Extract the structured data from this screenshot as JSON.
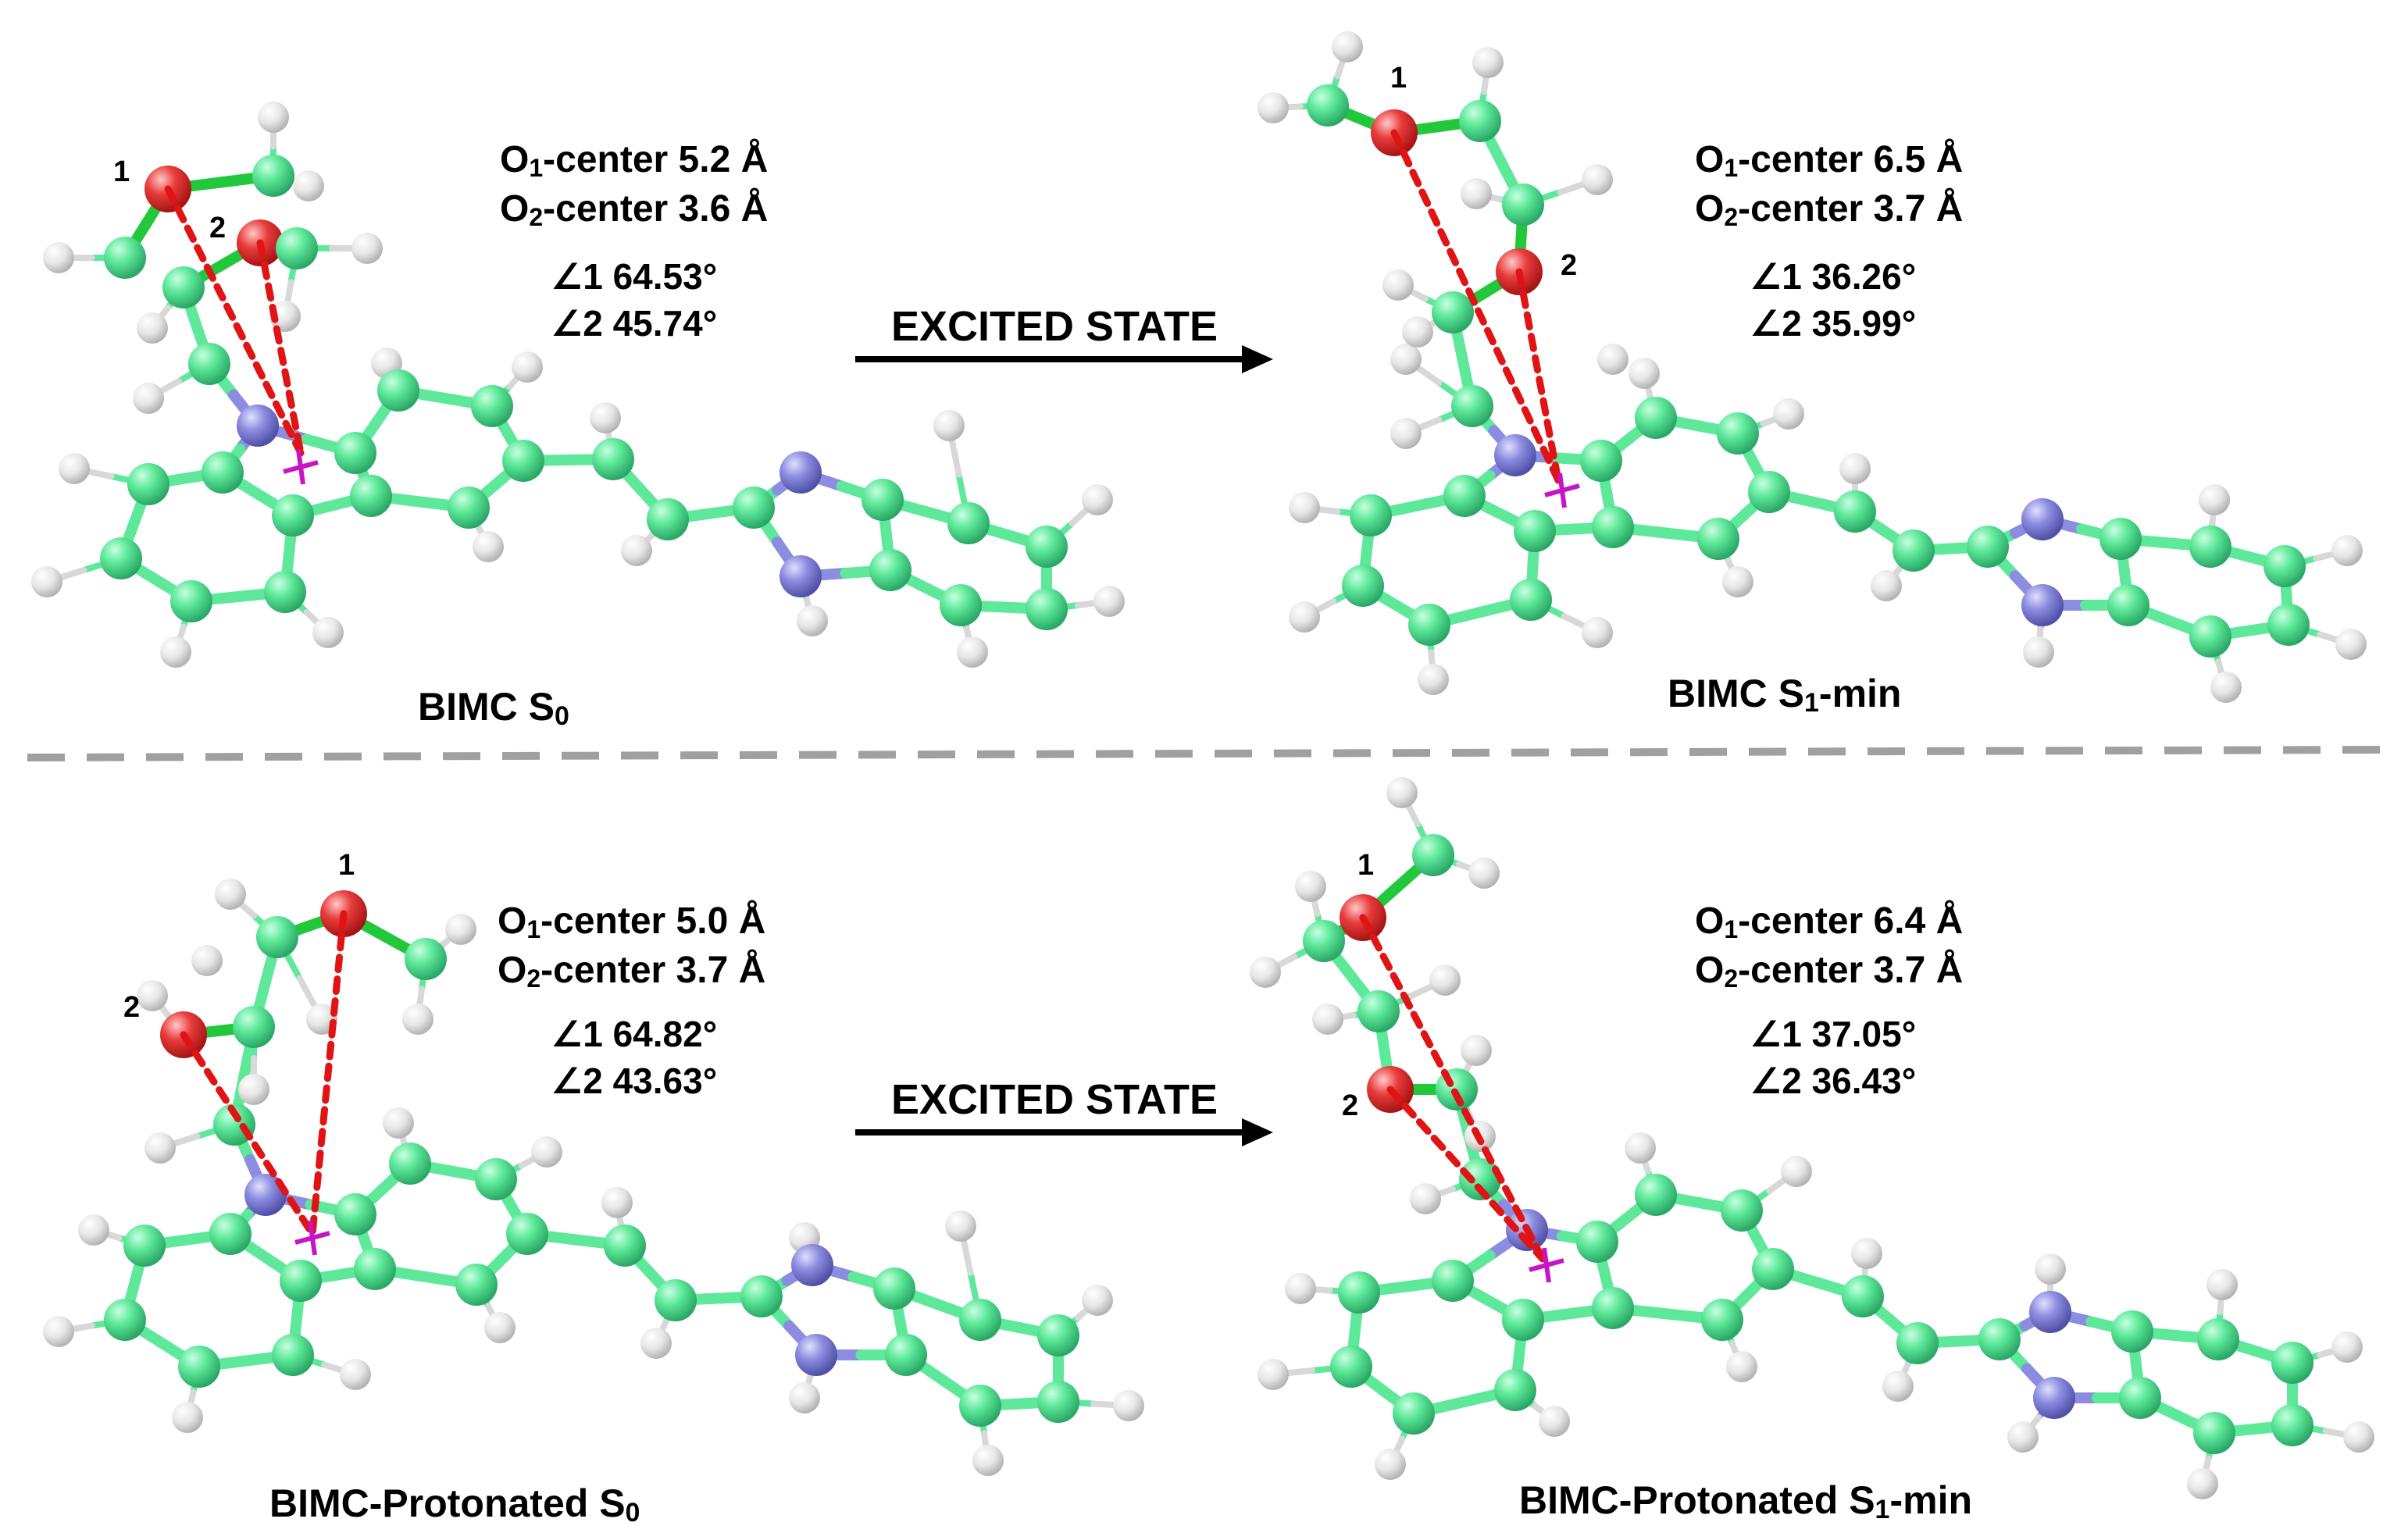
{
  "panels": [
    {
      "id": "bimc-s0",
      "title": "BIMC S",
      "title_sub": "0",
      "title_tail": "",
      "o1_label": "O",
      "o1_sub": "1",
      "o1_text": "-center 5.2 Å",
      "o2_label": "O",
      "o2_sub": "2",
      "o2_text": "-center 3.6 Å",
      "angle1": "∠1  64.53°",
      "angle2": "∠2  45.74°",
      "atom_label_1": "1",
      "atom_label_2": "2"
    },
    {
      "id": "bimc-s1",
      "title": "BIMC S",
      "title_sub": "1",
      "title_tail": "-min",
      "o1_label": "O",
      "o1_sub": "1",
      "o1_text": "-center 6.5 Å",
      "o2_label": "O",
      "o2_sub": "2",
      "o2_text": "-center 3.7 Å",
      "angle1": "∠1  36.26°",
      "angle2": "∠2  35.99°",
      "atom_label_1": "1",
      "atom_label_2": "2"
    },
    {
      "id": "prot-s0",
      "title": "BIMC-Protonated  S",
      "title_sub": "0",
      "title_tail": "",
      "o1_label": "O",
      "o1_sub": "1",
      "o1_text": "-center 5.0 Å",
      "o2_label": "O",
      "o2_sub": "2",
      "o2_text": "-center 3.7 Å",
      "angle1": "∠1  64.82°",
      "angle2": "∠2  43.63°",
      "atom_label_1": "1",
      "atom_label_2": "2"
    },
    {
      "id": "prot-s1",
      "title": "BIMC-Protonated  S",
      "title_sub": "1",
      "title_tail": "-min",
      "o1_label": "O",
      "o1_sub": "1",
      "o1_text": "-center 6.4 Å",
      "o2_label": "O",
      "o2_sub": "2",
      "o2_text": "-center 3.7 Å",
      "angle1": "∠1  37.05°",
      "angle2": "∠2  36.43°",
      "atom_label_1": "1",
      "atom_label_2": "2"
    }
  ],
  "arrows": [
    {
      "label": "EXCITED STATE"
    },
    {
      "label": "EXCITED STATE"
    }
  ],
  "colors": {
    "carbon": "#5ee89a",
    "nitrogen": "#8c8ce0",
    "oxygen": "#e83c3c",
    "hydrogen": "#e6e6e6",
    "bond_o": "#22c83c",
    "hbond": "#e01414",
    "center_marker": "#c814c8",
    "divider": "#a0a0a0"
  }
}
